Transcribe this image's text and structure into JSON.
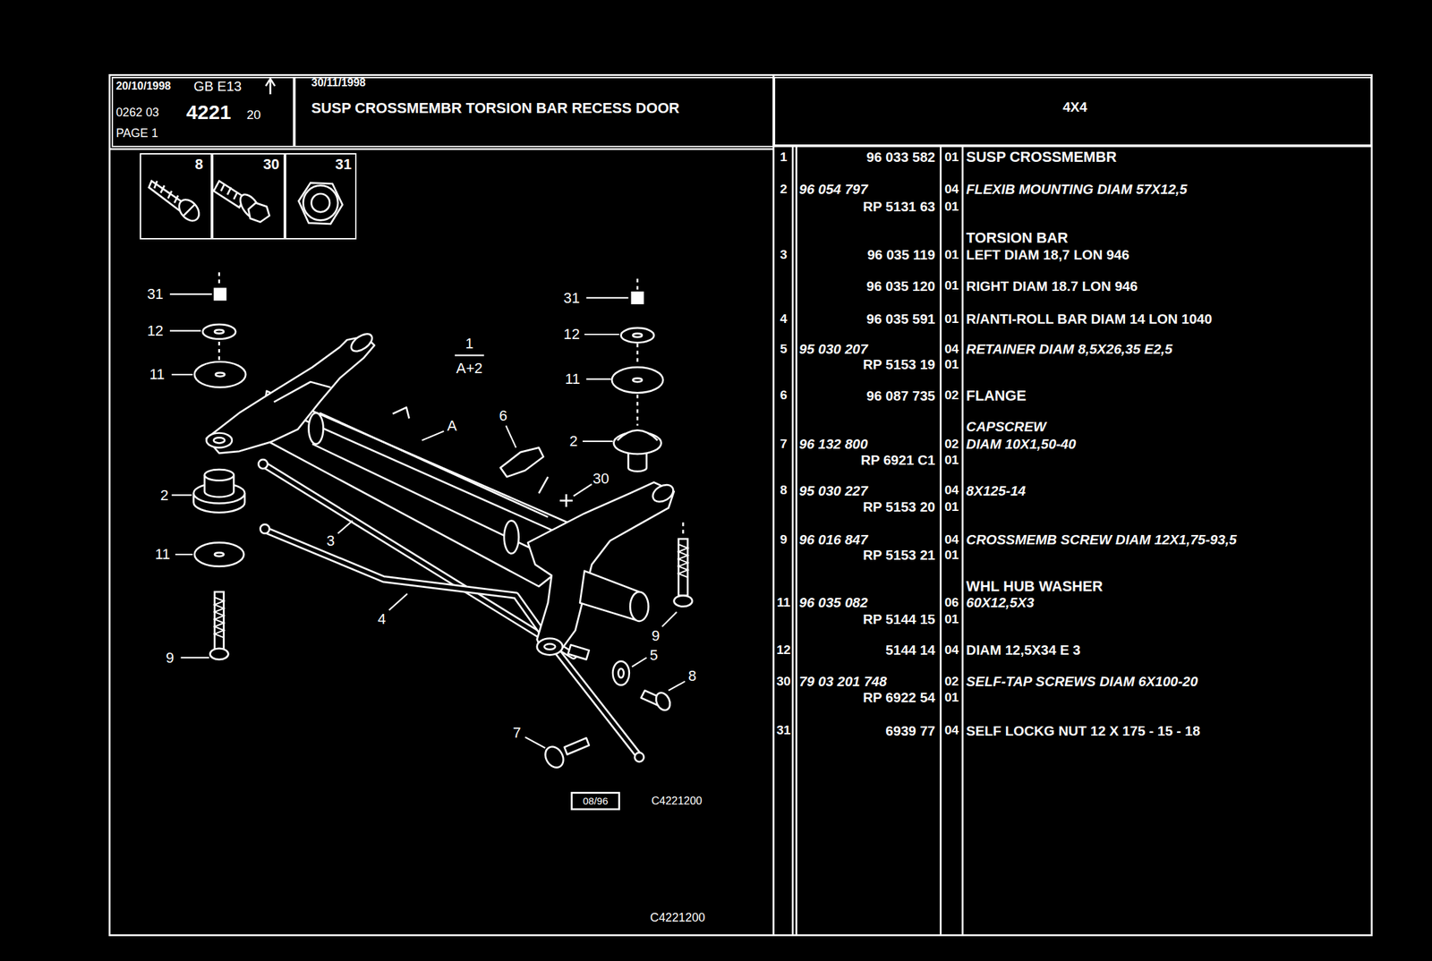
{
  "diagram": {
    "nodes": [
      {
        "text": [
          "20/10/1998",
          "GB E13",
          "0262 03",
          "4221",
          "20",
          "PAGE 1"
        ]
      },
      {
        "text": [
          "30/11/1998",
          "SUSP CROSSMEMBR TORSION BAR RECESS DOOR"
        ]
      },
      {
        "text": [
          "4X4"
        ]
      },
      {
        "text": [
          "8"
        ]
      },
      {
        "text": [
          "30"
        ]
      },
      {
        "text": [
          "31"
        ]
      }
    ],
    "labels": [
      "31",
      "12",
      "11",
      "1",
      "A+2",
      "31",
      "12",
      "11",
      "A",
      "6",
      "2",
      "30",
      "2",
      "3",
      "11",
      "4",
      "9",
      "5",
      "9",
      "8",
      "7",
      "08/96",
      "C4221200",
      "C4221200",
      "1",
      "96 033 582",
      "01",
      "SUSP CROSSMEMBR",
      "2",
      "96 054 797",
      "04",
      "FLEXIB MOUNTING DIAM 57X12,5",
      "RP 5131 63",
      "01",
      "TORSION BAR",
      "3",
      "96 035 119",
      "01",
      "LEFT DIAM 18,7 LON 946",
      "96 035 120",
      "01",
      "RIGHT DIAM 18.7 LON 946",
      "4",
      "96 035 591",
      "01",
      "R/ANTI-ROLL BAR DIAM 14 LON 1040",
      "5",
      "95 030 207",
      "04",
      "RETAINER DIAM 8,5X26,35 E2,5",
      "RP 5153 19",
      "01",
      "6",
      "96 087 735",
      "02",
      "FLANGE",
      "CAPSCREW",
      "7",
      "96 132 800",
      "02",
      "DIAM 10X1,50-40",
      "RP 6921 C1",
      "01",
      "8",
      "95 030 227",
      "04",
      "8X125-14",
      "RP 5153 20",
      "01",
      "9",
      "96 016 847",
      "04",
      "CROSSMEMB SCREW DIAM 12X1,75-93,5",
      "RP 5153 21",
      "01",
      "WHL HUB WASHER",
      "11",
      "96 035 082",
      "06",
      "60X12,5X3",
      "RP 5144 15",
      "01",
      "12",
      "5144 14",
      "04",
      "DIAM 12,5X34 E 3",
      "30",
      "79 03 201 748",
      "02",
      "SELF-TAP SCREWS DIAM 6X100-20",
      "RP 6922 54",
      "01",
      "31",
      "6939 77",
      "04",
      "SELF LOCKG NUT 12 X 175 - 15 - 18"
    ]
  }
}
